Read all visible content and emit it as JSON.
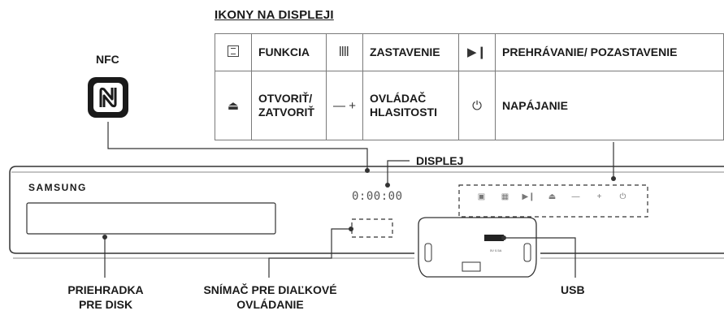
{
  "heading": "IKONY NA DISPLEJI",
  "icon_table": {
    "rows": [
      [
        {
          "icon": "function-icon",
          "label": "FUNKCIA"
        },
        {
          "icon": "stop-icon",
          "label": "ZASTAVENIE"
        },
        {
          "icon": "play-pause-icon",
          "glyph": "▶❙",
          "label": "PREHRÁVANIE/ POZASTAVENIE"
        }
      ],
      [
        {
          "icon": "eject-icon",
          "glyph": "⏏",
          "label": "OTVORIŤ/ ZATVORIŤ"
        },
        {
          "icon": "volume-icon",
          "glyph": "— +",
          "label": "OVLÁDAČ HLASITOSTI"
        },
        {
          "icon": "power-icon",
          "glyph": "⏻",
          "label": "NAPÁJANIE"
        }
      ]
    ]
  },
  "labels": {
    "nfc": "NFC",
    "displej": "DISPLEJ",
    "brand": "SAMSUNG",
    "display_digits": "0:00:00",
    "priehradka": "PRIEHRADKA PRE DISK",
    "snimac": "SNÍMAČ PRE DIAĽKOVÉ OVLÁDANIE",
    "usb": "USB",
    "usb_rating": "5V 0.5A"
  },
  "panel_icons": [
    "▣",
    "▦",
    "▶❙",
    "⏏",
    "—",
    "+",
    "⏻"
  ]
}
